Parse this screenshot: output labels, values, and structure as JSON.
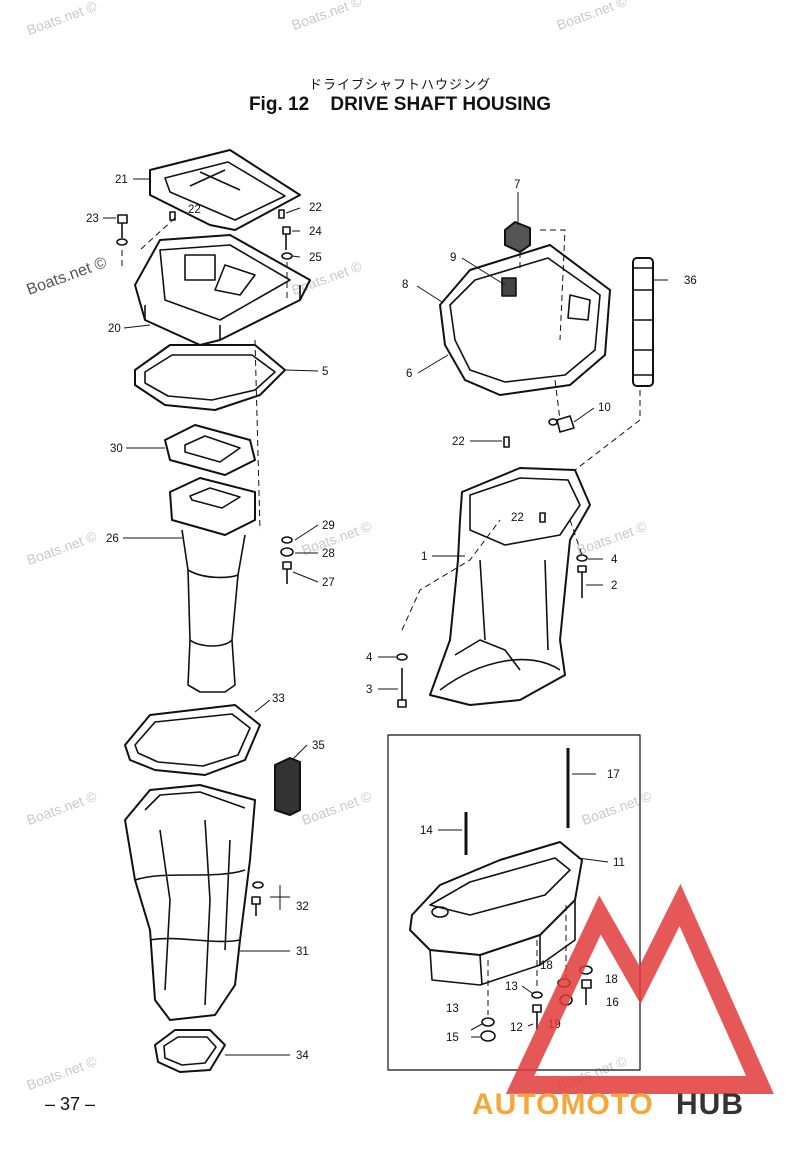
{
  "header": {
    "jp_title": "ドライブシャフトハウジング",
    "fig_label": "Fig. 12",
    "fig_title": "DRIVE SHAFT HOUSING"
  },
  "page_number": "– 37 –",
  "watermark": "Boats.net ©",
  "brand": {
    "part1": "AUTOMOTO",
    "part2": "HUB",
    "color1": "#f6a73b",
    "color2": "#333333",
    "logo_color": "#e23b3b"
  },
  "callouts": {
    "c21": "21",
    "c23": "23",
    "c22a": "22",
    "c22b": "22",
    "c24": "24",
    "c25": "25",
    "c20": "20",
    "c5": "5",
    "c30": "30",
    "c26": "26",
    "c29": "29",
    "c28": "28",
    "c27": "27",
    "c33": "33",
    "c35": "35",
    "c32": "32",
    "c31": "31",
    "c34": "34",
    "c7": "7",
    "c9": "9",
    "c8": "8",
    "c36": "36",
    "c6": "6",
    "c10": "10",
    "c22c": "22",
    "c22d": "22",
    "c1": "1",
    "c4a": "4",
    "c2": "2",
    "c4b": "4",
    "c3": "3",
    "c17": "17",
    "c14": "14",
    "c11": "11",
    "c18a": "18",
    "c18b": "18",
    "c13a": "13",
    "c16": "16",
    "c19": "19",
    "c13b": "13",
    "c12": "12",
    "c15": "15"
  }
}
